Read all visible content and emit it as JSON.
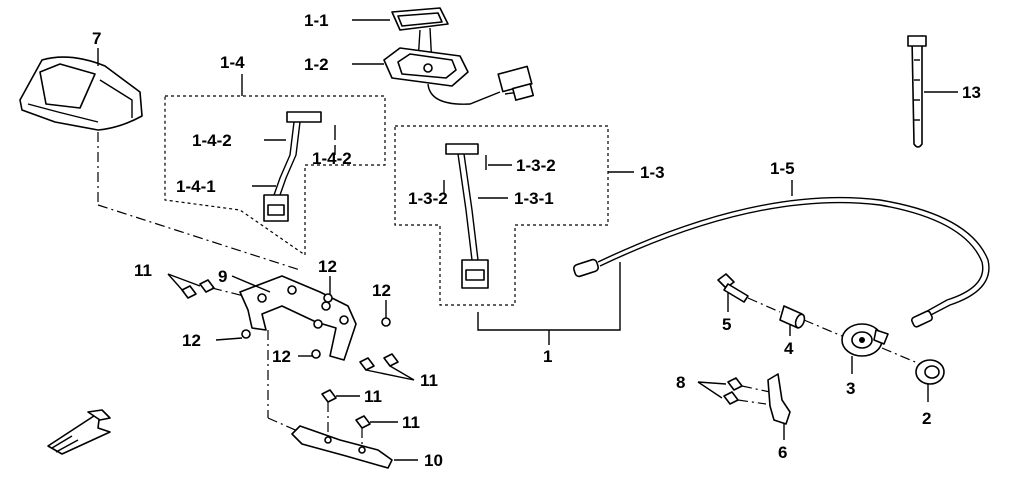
{
  "diagram": {
    "labels": {
      "l_1_1": "1-1",
      "l_1_2": "1-2",
      "l_1_4": "1-4",
      "l_1_4_2a": "1-4-2",
      "l_1_4_2b": "1-4-2",
      "l_1_4_1": "1-4-1",
      "l_1_3": "1-3",
      "l_1_3_2a": "1-3-2",
      "l_1_3_2b": "1-3-2",
      "l_1_3_1": "1-3-1",
      "l_1_5": "1-5",
      "l_1": "1",
      "l_2": "2",
      "l_3": "3",
      "l_4": "4",
      "l_5": "5",
      "l_6": "6",
      "l_7": "7",
      "l_8": "8",
      "l_9": "9",
      "l_10": "10",
      "l_11a": "11",
      "l_11b": "11",
      "l_11c": "11",
      "l_11d": "11",
      "l_12a": "12",
      "l_12b": "12",
      "l_12c": "12",
      "l_12d": "12",
      "l_13": "13"
    },
    "icons": {
      "front_arrow": "front-direction-arrow-icon"
    }
  }
}
